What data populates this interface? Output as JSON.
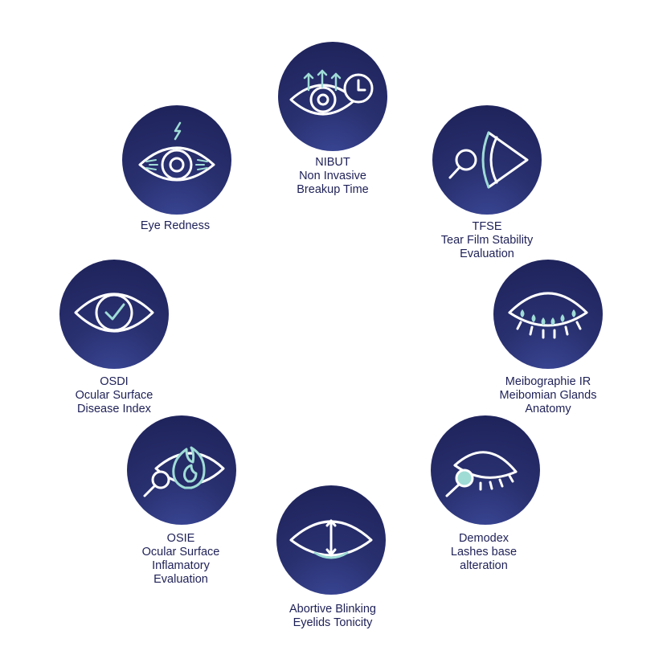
{
  "colors": {
    "circle_dark": "#1d2158",
    "circle_light": "#3b4898",
    "icon_line": "#ffffff",
    "icon_accent": "#9fdcd6",
    "text": "#1e2057"
  },
  "items": [
    {
      "id": "nibut",
      "icon": "eye-with-arrows-and-clock-icon",
      "lines": [
        "NIBUT",
        "Non Invasive",
        "Breakup Time"
      ]
    },
    {
      "id": "tfse",
      "icon": "eye-profile-with-magnifier-icon",
      "lines": [
        "TFSE",
        "Tear Film Stability",
        "Evaluation"
      ]
    },
    {
      "id": "meibographie",
      "icon": "closed-eye-glands-icon",
      "lines": [
        "Meibographie IR",
        "Meibomian Glands",
        "Anatomy"
      ]
    },
    {
      "id": "demodex",
      "icon": "eye-lashes-magnifier-icon",
      "lines": [
        "Demodex",
        "Lashes base",
        "alteration"
      ]
    },
    {
      "id": "abortive-blinking",
      "icon": "eyelid-tonicity-icon",
      "lines": [
        "Abortive Blinking",
        "Eyelids Tonicity"
      ]
    },
    {
      "id": "osie",
      "icon": "eye-flame-magnifier-icon",
      "lines": [
        "OSIE",
        "Ocular Surface",
        "Inflamatory",
        "Evaluation"
      ]
    },
    {
      "id": "osdi",
      "icon": "eye-checkmark-icon",
      "lines": [
        "OSDI",
        "Ocular Surface",
        "Disease Index"
      ]
    },
    {
      "id": "eye-redness",
      "icon": "eye-redness-lightning-icon",
      "lines": [
        "Eye Redness"
      ]
    }
  ]
}
